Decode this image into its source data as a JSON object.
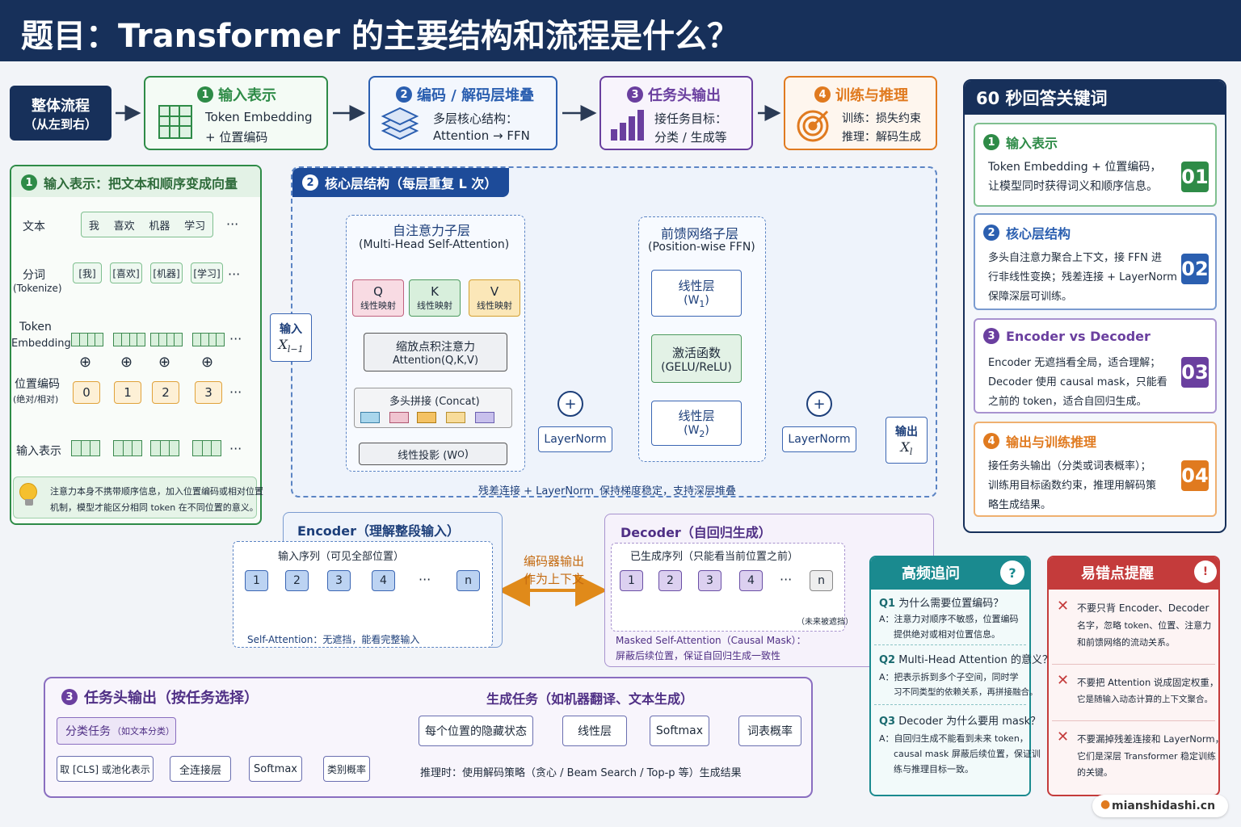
{
  "title": "题目：Transformer 的主要结构和流程是什么？",
  "overview": {
    "label_line1": "整体流程",
    "label_line2": "（从左到右）",
    "steps": [
      {
        "num": "1",
        "title": "输入表示",
        "line1": "Token Embedding",
        "line2": "+ 位置编码",
        "color": "#2e8b47"
      },
      {
        "num": "2",
        "title": "编码 / 解码层堆叠",
        "line1": "多层核心结构：",
        "line2": "Attention → FFN",
        "color": "#2b5fb0"
      },
      {
        "num": "3",
        "title": "任务头输出",
        "line1": "接任务目标：",
        "line2": "分类 / 生成等",
        "color": "#6a3f9f"
      },
      {
        "num": "4",
        "title": "训练与推理",
        "line1": "训练：损失约束",
        "line2": "推理：解码生成",
        "color": "#e07a1f"
      }
    ]
  },
  "input_panel": {
    "num": "1",
    "title": "输入表示：把文本和顺序变成向量",
    "row_labels": {
      "text": "文本",
      "tokenize_1": "分词",
      "tokenize_2": "(Tokenize)",
      "emb_1": "Token",
      "emb_2": "Embedding",
      "pos_1": "位置编码",
      "pos_2": "(绝对/相对)",
      "input": "输入表示"
    },
    "words": [
      "我",
      "喜欢",
      "机器",
      "学习"
    ],
    "tokens": [
      "[我]",
      "[喜欢]",
      "[机器]",
      "[学习]"
    ],
    "positions": [
      "0",
      "1",
      "2",
      "3"
    ],
    "ellipsis": "···",
    "plus": "⊕",
    "tip_line1": "注意力本身不携带顺序信息，加入位置编码或相对位置",
    "tip_line2": "机制，模型才能区分相同 token 在不同位置的意义。"
  },
  "core": {
    "num": "2",
    "title": "核心层结构（每层重复 L 次）",
    "input_label": "输入",
    "input_var": "X",
    "input_sub": "l−1",
    "output_label": "输出",
    "output_var": "X",
    "output_sub": "l",
    "attn_title": "自注意力子层",
    "attn_subtitle": "(Multi-Head Self-Attention)",
    "q": "Q",
    "k": "K",
    "v": "V",
    "proj": "线性映射",
    "sdpa_1": "缩放点积注意力",
    "sdpa_2": "Attention(Q,K,V)",
    "concat": "多头拼接 (Concat)",
    "wo": "线性投影 (W",
    "wo_sub": "O",
    "wo_end": ")",
    "layernorm": "LayerNorm",
    "ffn_title": "前馈网络子层",
    "ffn_subtitle": "(Position-wise FFN)",
    "linear": "线性层",
    "w1": "(W",
    "w1_sub": "1",
    "w2": "(W",
    "w2_sub": "2",
    "w_end": ")",
    "act_1": "激活函数",
    "act_2": "(GELU/ReLU)",
    "residual": "残差连接 + LayerNorm",
    "residual_note": "保持梯度稳定，支持深层堆叠"
  },
  "encoder": {
    "title": "Encoder（理解整段输入）",
    "seq_label": "输入序列（可见全部位置）",
    "items": [
      "1",
      "2",
      "3",
      "4"
    ],
    "ellipsis": "···",
    "last": "n",
    "note": "Self-Attention：无遮挡，能看完整输入"
  },
  "enc_to_dec": {
    "line1": "编码器输出",
    "line2": "作为上下文"
  },
  "decoder": {
    "title": "Decoder（自回归生成）",
    "seq_label": "已生成序列（只能看当前位置之前）",
    "items": [
      "1",
      "2",
      "3",
      "4"
    ],
    "ellipsis": "···",
    "last": "n",
    "future": "（未来被遮挡）",
    "note_1": "Masked Self-Attention（Causal Mask）：",
    "note_2": "屏蔽后续位置，保证自回归生成一致性"
  },
  "task_head": {
    "num": "3",
    "title": "任务头输出（按任务选择）",
    "cls_title": "分类任务",
    "cls_sub": "（如文本分类）",
    "cls_flow": [
      "取 [CLS] 或池化表示",
      "全连接层",
      "Softmax",
      "类别概率"
    ],
    "gen_title": "生成任务（如机器翻译、文本生成）",
    "gen_flow": [
      "每个位置的隐藏状态",
      "线性层",
      "Softmax",
      "词表概率"
    ],
    "gen_note": "推理时：使用解码策略（贪心 / Beam Search / Top-p 等）生成结果"
  },
  "keywords": {
    "title": "60 秒回答关键词",
    "cards": [
      {
        "num": "1",
        "title": "输入表示",
        "lines": [
          "Token Embedding + 位置编码，",
          "让模型同时获得词义和顺序信息。"
        ],
        "badge": "01",
        "color": "#2e8b47"
      },
      {
        "num": "2",
        "title": "核心层结构",
        "lines": [
          "多头自注意力聚合上下文，接 FFN 进",
          "行非线性变换；残差连接 + LayerNorm",
          "保障深层可训练。"
        ],
        "badge": "02",
        "color": "#2b5fb0"
      },
      {
        "num": "3",
        "title": "Encoder vs Decoder",
        "lines": [
          "Encoder 无遮挡看全局，适合理解；",
          "Decoder 使用 causal mask，只能看",
          "之前的 token，适合自回归生成。"
        ],
        "badge": "03",
        "color": "#6a3f9f"
      },
      {
        "num": "4",
        "title": "输出与训练推理",
        "lines": [
          "接任务头输出（分类或词表概率）；",
          "训练用目标函数约束，推理用解码策",
          "略生成结果。"
        ],
        "badge": "04",
        "color": "#e07a1f"
      }
    ]
  },
  "faq": {
    "title": "高频追问",
    "icon": "?",
    "items": [
      {
        "q": "Q1",
        "q_text": "为什么需要位置编码？",
        "a": "A：",
        "a_lines": [
          "注意力对顺序不敏感，位置编码",
          "提供绝对或相对位置信息。"
        ]
      },
      {
        "q": "Q2",
        "q_text": "Multi-Head Attention 的意义？",
        "a": "A：",
        "a_lines": [
          "把表示拆到多个子空间，同时学",
          "习不同类型的依赖关系，再拼接融合。"
        ]
      },
      {
        "q": "Q3",
        "q_text": "Decoder 为什么要用 mask？",
        "a": "A：",
        "a_lines": [
          "自回归生成不能看到未来 token，",
          "causal mask 屏蔽后续位置，保证训",
          "练与推理目标一致。"
        ]
      }
    ]
  },
  "pitfalls": {
    "title": "易错点提醒",
    "icon": "!",
    "mark": "✕",
    "items": [
      [
        "不要只背 Encoder、Decoder",
        "名字，忽略 token、位置、注意力",
        "和前馈网络的流动关系。"
      ],
      [
        "不要把 Attention 说成固定权重，",
        "它是随输入动态计算的上下文聚合。"
      ],
      [
        "不要漏掉残差连接和 LayerNorm，",
        "它们是深层 Transformer 稳定训练",
        "的关键。"
      ]
    ]
  },
  "watermark": "mianshidashi.cn",
  "colors": {
    "navy": "#17305a",
    "green": "#2e8b47",
    "blue": "#2b5fb0",
    "purple": "#6a3f9f",
    "orange": "#e07a1f",
    "teal": "#1a8a8f",
    "red": "#c43b3b"
  }
}
